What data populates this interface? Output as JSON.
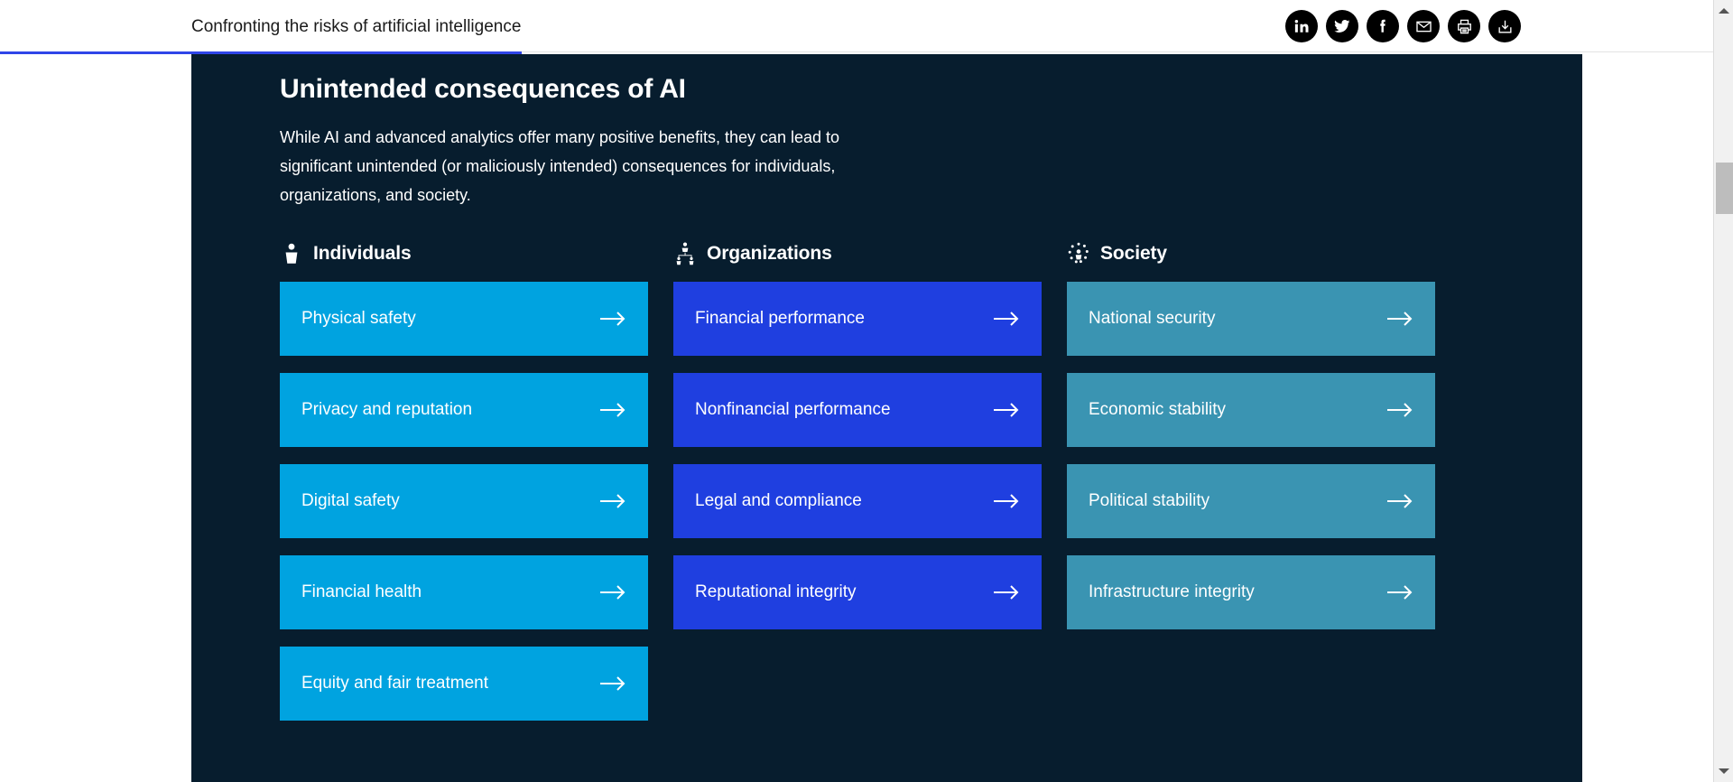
{
  "topbar": {
    "title": "Confronting the risks of artificial intelligence",
    "share_buttons": [
      {
        "name": "linkedin-icon",
        "label": "LinkedIn"
      },
      {
        "name": "twitter-icon",
        "label": "Twitter"
      },
      {
        "name": "facebook-icon",
        "label": "Facebook"
      },
      {
        "name": "email-icon",
        "label": "Email"
      },
      {
        "name": "print-icon",
        "label": "Print"
      },
      {
        "name": "download-icon",
        "label": "Download"
      }
    ]
  },
  "progress": {
    "percent": 30,
    "fill_color": "#2f45e8"
  },
  "panel": {
    "background_color": "#071d2e",
    "heading": "Unintended consequences of AI",
    "subtext": "While AI and advanced analytics offer many positive benefits, they can lead to significant unintended (or maliciously intended) consequences for individuals, organizations, and society.",
    "columns": [
      {
        "id": "individuals",
        "label": "Individuals",
        "icon": "person-icon",
        "card_color": "#00a3e0",
        "cards": [
          {
            "label": "Physical safety"
          },
          {
            "label": "Privacy and reputation"
          },
          {
            "label": "Digital safety"
          },
          {
            "label": "Financial health"
          },
          {
            "label": "Equity and fair treatment"
          }
        ]
      },
      {
        "id": "organizations",
        "label": "Organizations",
        "icon": "org-chart-icon",
        "card_color": "#1f3fe0",
        "cards": [
          {
            "label": "Financial performance"
          },
          {
            "label": "Nonfinancial performance"
          },
          {
            "label": "Legal and compliance"
          },
          {
            "label": "Reputational integrity"
          }
        ]
      },
      {
        "id": "society",
        "label": "Society",
        "icon": "person-in-network-icon",
        "card_color": "#3a94b2",
        "cards": [
          {
            "label": "National security"
          },
          {
            "label": "Economic stability"
          },
          {
            "label": "Political stability"
          },
          {
            "label": "Infrastructure integrity"
          }
        ]
      }
    ]
  },
  "scrollbar": {
    "up_arrow": "scroll-up-arrow",
    "down_arrow": "scroll-down-arrow",
    "thumb": "scroll-thumb"
  }
}
